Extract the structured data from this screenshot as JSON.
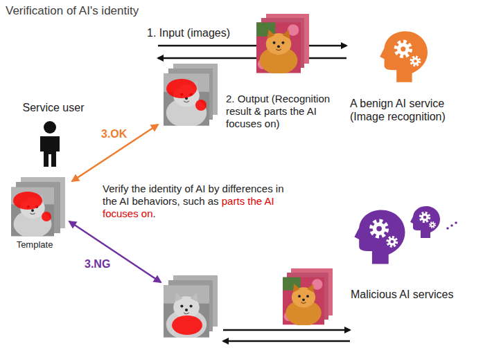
{
  "diagram": {
    "title": "Verification of AI's identity",
    "nodes": [
      {
        "text": [
          "Service user"
        ]
      },
      {
        "text": [
          "Template"
        ]
      },
      {
        "text": [
          "A benign AI service (Image recognition)"
        ]
      },
      {
        "text": [
          "Malicious AI services"
        ]
      }
    ],
    "labels": [
      "1. Input (images)",
      "2. Output (Recognition result & parts the AI focuses on)",
      "3.OK",
      "Verify the identity of AI by differences in the AI behaviors, such as",
      "parts the AI focuses on",
      ".",
      "3.NG"
    ]
  }
}
